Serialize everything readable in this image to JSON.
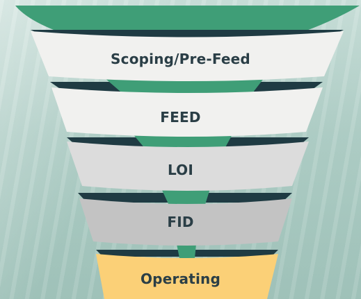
{
  "colors": {
    "green": "#3f9e77",
    "dark": "#1f3b43",
    "white_band": "#f1f1ef",
    "light_grey_band": "#dcdcdc",
    "grey_band": "#c3c3c3",
    "operating": "#fbd077",
    "text": "#2a3e46"
  },
  "stages": [
    {
      "label": "Scoping/Pre-Feed"
    },
    {
      "label": "FEED"
    },
    {
      "label": "LOI"
    },
    {
      "label": "FID"
    },
    {
      "label": "Operating"
    }
  ]
}
